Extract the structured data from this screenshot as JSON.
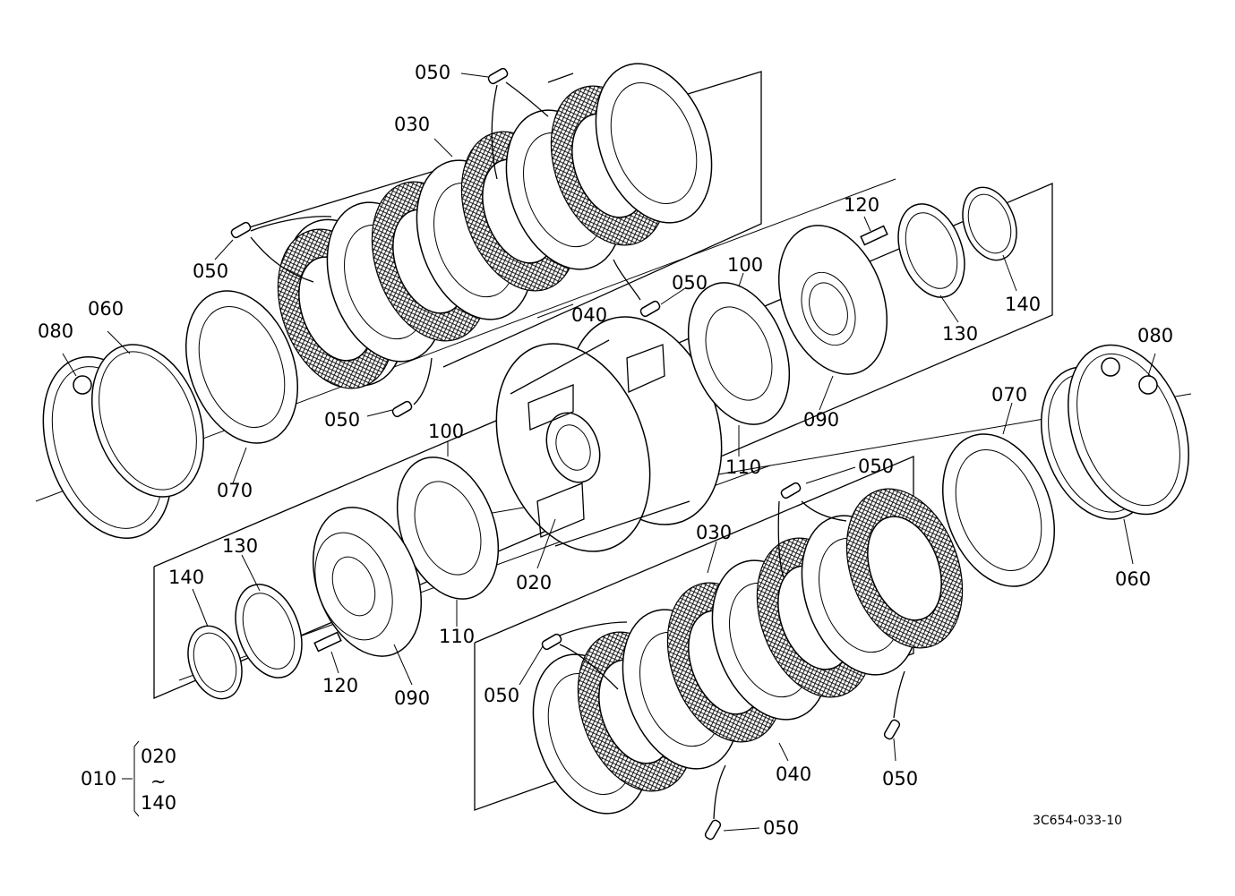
{
  "drawing_id": "3C654-033-10",
  "assembly": {
    "part": "010",
    "from": "020",
    "tilde": "~",
    "to": "140"
  },
  "labels": {
    "l050a": "050",
    "l030a": "030",
    "l050b": "050",
    "l060a": "060",
    "l080a": "080",
    "l070a": "070",
    "l050c": "050",
    "l040a": "040",
    "l050d": "050",
    "l100a": "100",
    "l120a": "120",
    "l130a": "130",
    "l140a": "140",
    "l090a": "090",
    "l110a": "110",
    "l100b": "100",
    "l020": "020",
    "l110b": "110",
    "l130b": "130",
    "l140b": "140",
    "l120b": "120",
    "l090b": "090",
    "l050e": "050",
    "l030b": "030",
    "l050f": "050",
    "l040b": "040",
    "l050g": "050",
    "l050h": "050",
    "l070b": "070",
    "l060b": "060",
    "l080b": "080"
  }
}
